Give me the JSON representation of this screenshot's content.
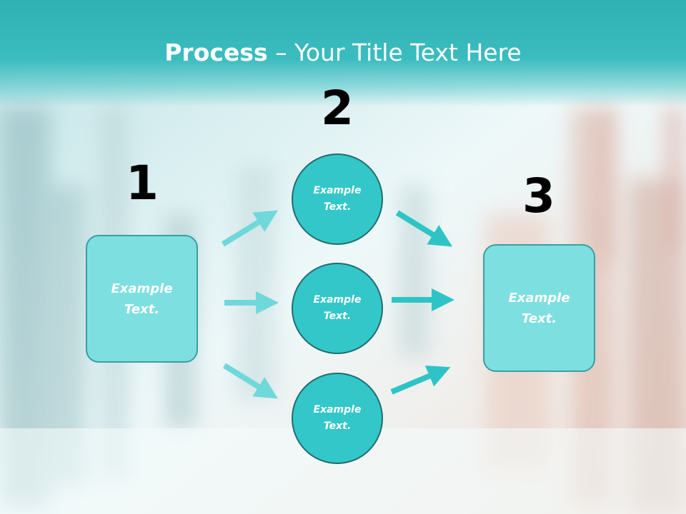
{
  "slide": {
    "title_bold": "Process",
    "title_rest": " – Your Title Text Here"
  },
  "steps": [
    {
      "number": "1",
      "text": "Example\nText."
    },
    {
      "number": "2",
      "circles": [
        "Example\nText.",
        "Example\nText.",
        "Example\nText."
      ]
    },
    {
      "number": "3",
      "text": "Example\nText."
    }
  ],
  "colors": {
    "header": "#3bbcbf",
    "box_fill": "#7ddfe0",
    "circle_fill": "#33c7c9",
    "arrow_light": "#6fd8da",
    "arrow_dark": "#2ec4c6"
  }
}
